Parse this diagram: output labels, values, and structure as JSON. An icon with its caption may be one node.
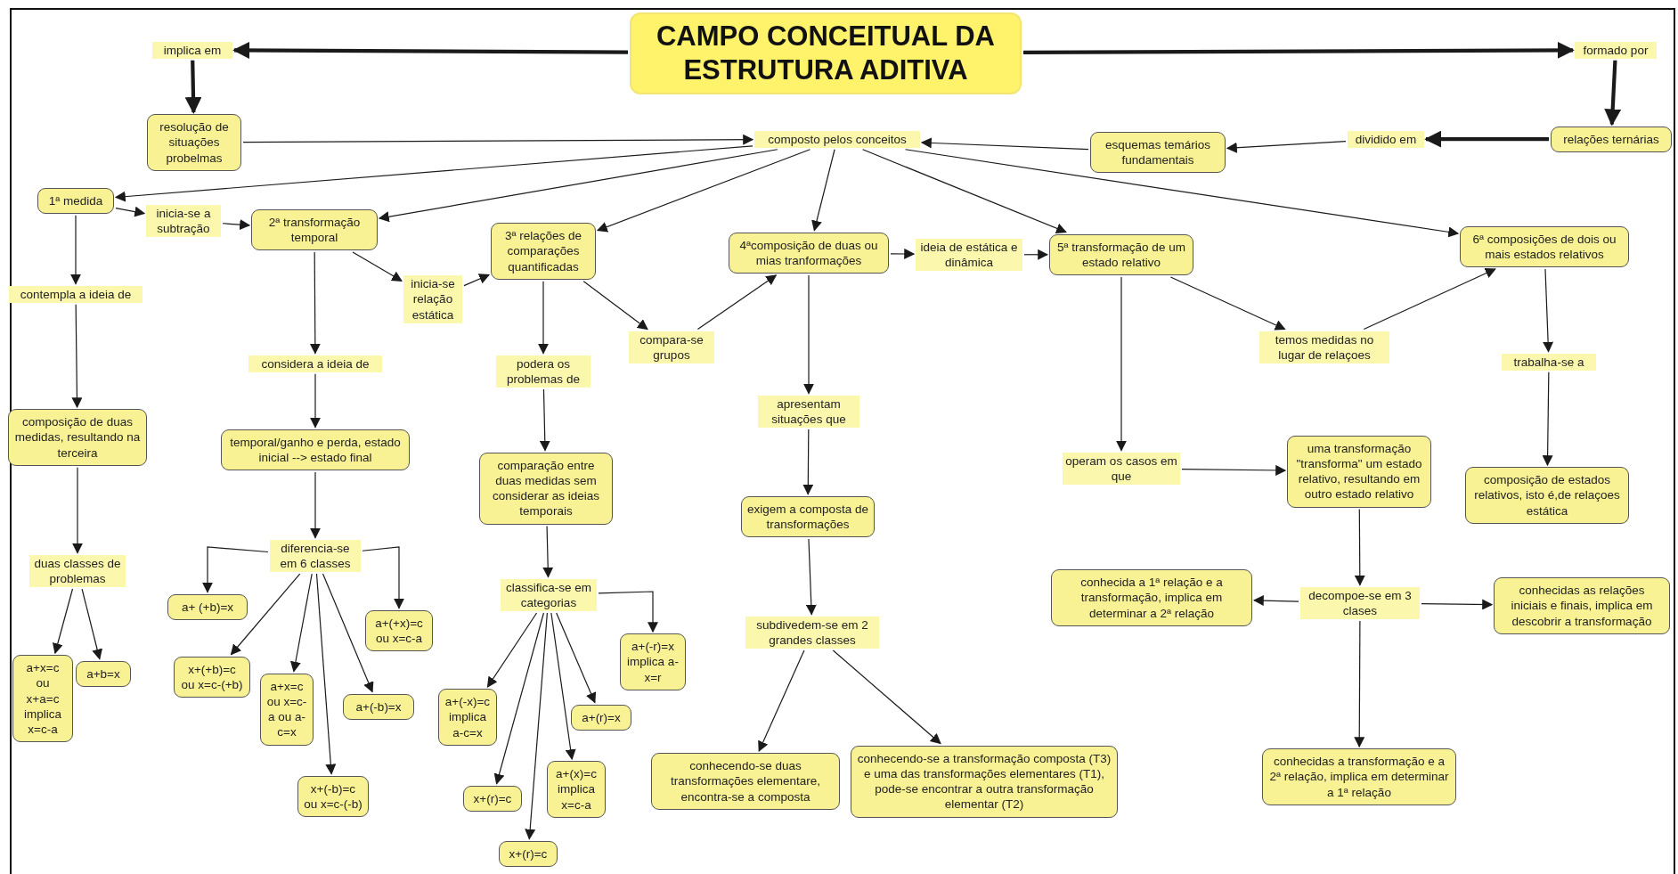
{
  "diagram": {
    "nodes": [
      {
        "text": [
          "CAMPO CONCEITUAL DA ESTRUTURA ADITIVA"
        ]
      },
      {
        "text": [
          "implica em"
        ]
      },
      {
        "text": [
          "resolução de situações probelmas"
        ]
      },
      {
        "text": [
          "formado por"
        ]
      },
      {
        "text": [
          "relações ternárias"
        ]
      },
      {
        "text": [
          "dividido em"
        ]
      },
      {
        "text": [
          "esquemas temários fundamentais"
        ]
      },
      {
        "text": [
          "composto pelos conceitos"
        ]
      },
      {
        "text": [
          "1ª medida"
        ]
      },
      {
        "text": [
          "inicia-se a subtração"
        ]
      },
      {
        "text": [
          "2ª transformação temporal"
        ]
      },
      {
        "text": [
          "inicia-se relação estática"
        ]
      },
      {
        "text": [
          "3ª relações de comparações quantificadas"
        ]
      },
      {
        "text": [
          "4ªcomposição de duas ou mias tranformações"
        ]
      },
      {
        "text": [
          "ideia de estática e dinâmica"
        ]
      },
      {
        "text": [
          "5ª transformação de um estado relativo"
        ]
      },
      {
        "text": [
          "6ª composições de dois ou mais estados relativos"
        ]
      },
      {
        "text": [
          "contempla a ideia de"
        ]
      },
      {
        "text": [
          "considera a ideia de"
        ]
      },
      {
        "text": [
          "compara-se grupos"
        ]
      },
      {
        "text": [
          "podera os problemas de"
        ]
      },
      {
        "text": [
          "temos medidas no lugar de relaçoes"
        ]
      },
      {
        "text": [
          "trabalha-se a"
        ]
      },
      {
        "text": [
          "apresentam situações que"
        ]
      },
      {
        "text": [
          "composição de duas medidas, resultando na terceira"
        ]
      },
      {
        "text": [
          "temporal/ganho e perda, estado inicial --> estado final"
        ]
      },
      {
        "text": [
          "comparação entre duas medidas sem considerar as ideias temporais"
        ]
      },
      {
        "text": [
          "operam os casos em que"
        ]
      },
      {
        "text": [
          "uma transformação \"transforma\" um estado relativo, resultando em outro estado relativo"
        ]
      },
      {
        "text": [
          "composição de estados relativos, isto é,de relaçoes estática"
        ]
      },
      {
        "text": [
          "exigem a composta de transformações"
        ]
      },
      {
        "text": [
          "duas classes de problemas"
        ]
      },
      {
        "text": [
          "diferencia-se em 6 classes"
        ]
      },
      {
        "text": [
          "classifica-se em categorias"
        ]
      },
      {
        "text": [
          "subdivedem-se em 2 grandes classes"
        ]
      },
      {
        "text": [
          "conhecida a 1ª relação e a transformação, implica em determinar a 2ª relação"
        ]
      },
      {
        "text": [
          "decompoe-se em 3 clases"
        ]
      },
      {
        "text": [
          "conhecidas as relações iniciais e finais, implica em descobrir a transformação"
        ]
      },
      {
        "text": [
          "a+ (+b)=x"
        ]
      },
      {
        "text": [
          "a+(+x)=c ou x=c-a"
        ]
      },
      {
        "text": [
          "a+x=c ou x+a=c implica x=c-a"
        ]
      },
      {
        "text": [
          "a+b=x"
        ]
      },
      {
        "text": [
          "x+(+b)=c ou x=c-(+b)"
        ]
      },
      {
        "text": [
          "a+x=c ou x=c-a ou a-c=x"
        ]
      },
      {
        "text": [
          "a+(-b)=x"
        ]
      },
      {
        "text": [
          "a+(-r)=x implica a-x=r"
        ]
      },
      {
        "text": [
          "a+(-x)=c implica a-c=x"
        ]
      },
      {
        "text": [
          "a+(r)=x"
        ]
      },
      {
        "text": [
          "x+(r)=c"
        ]
      },
      {
        "text": [
          "a+(x)=c implica x=c-a"
        ]
      },
      {
        "text": [
          "x+(-b)=c ou x=c-(-b)"
        ]
      },
      {
        "text": [
          "conhecendo-se duas transformações elementare, encontra-se a composta"
        ]
      },
      {
        "text": [
          "conhecendo-se a transformação composta (T3) e uma das transformações elementares (T1), pode-se encontrar a outra transformação elementar (T2)"
        ]
      },
      {
        "text": [
          "conhecidas a transformação e a 2ª relação, implica em determinar a 1ª relação"
        ]
      },
      {
        "text": [
          "x+(r)=c"
        ]
      }
    ],
    "edges": [
      {
        "from": 0,
        "to": 1,
        "arrow": "to",
        "style": "thick"
      },
      {
        "from": 0,
        "to": 3,
        "arrow": "to",
        "style": "thick"
      },
      {
        "from": 1,
        "to": 2,
        "arrow": "to",
        "style": "thick"
      },
      {
        "from": 3,
        "to": 4,
        "arrow": "to",
        "style": "thick"
      },
      {
        "from": 4,
        "to": 5,
        "arrow": "to",
        "style": "thick"
      },
      {
        "from": 5,
        "to": 6,
        "arrow": "to"
      },
      {
        "from": 6,
        "to": 7,
        "arrow": "to"
      },
      {
        "from": 2,
        "to": 7,
        "arrow": "to"
      },
      {
        "from": 7,
        "to": 8,
        "arrow": "to"
      },
      {
        "from": 7,
        "to": 10,
        "arrow": "to"
      },
      {
        "from": 7,
        "to": 12,
        "arrow": "to"
      },
      {
        "from": 7,
        "to": 13,
        "arrow": "to"
      },
      {
        "from": 7,
        "to": 15,
        "arrow": "to"
      },
      {
        "from": 7,
        "to": 16,
        "arrow": "to"
      },
      {
        "from": 8,
        "to": 9,
        "arrow": "to"
      },
      {
        "from": 9,
        "to": 10,
        "arrow": "to"
      },
      {
        "from": 8,
        "to": 17,
        "arrow": "to"
      },
      {
        "from": 17,
        "to": 24,
        "arrow": "to"
      },
      {
        "from": 24,
        "to": 31,
        "arrow": "to"
      },
      {
        "from": 31,
        "to": 40,
        "arrow": "to"
      },
      {
        "from": 31,
        "to": 41,
        "arrow": "to"
      },
      {
        "from": 10,
        "to": 11,
        "arrow": "to"
      },
      {
        "from": 11,
        "to": 12,
        "arrow": "to"
      },
      {
        "from": 10,
        "to": 18,
        "arrow": "to"
      },
      {
        "from": 18,
        "to": 25,
        "arrow": "to"
      },
      {
        "from": 25,
        "to": 32,
        "arrow": "to"
      },
      {
        "from": 32,
        "to": 38,
        "arrow": "to"
      },
      {
        "from": 32,
        "to": 39,
        "arrow": "to"
      },
      {
        "from": 32,
        "to": 42,
        "arrow": "to"
      },
      {
        "from": 32,
        "to": 43,
        "arrow": "to"
      },
      {
        "from": 32,
        "to": 44,
        "arrow": "to"
      },
      {
        "from": 32,
        "to": 50,
        "arrow": "to"
      },
      {
        "from": 12,
        "to": 19,
        "arrow": "to"
      },
      {
        "from": 19,
        "to": 13,
        "arrow": "to"
      },
      {
        "from": 12,
        "to": 20,
        "arrow": "to"
      },
      {
        "from": 20,
        "to": 26,
        "arrow": "to"
      },
      {
        "from": 26,
        "to": 33,
        "arrow": "to"
      },
      {
        "from": 33,
        "to": 45,
        "arrow": "to"
      },
      {
        "from": 33,
        "to": 46,
        "arrow": "to"
      },
      {
        "from": 33,
        "to": 47,
        "arrow": "to"
      },
      {
        "from": 33,
        "to": 48,
        "arrow": "to"
      },
      {
        "from": 33,
        "to": 49,
        "arrow": "to"
      },
      {
        "from": 33,
        "to": 54,
        "arrow": "to"
      },
      {
        "from": 13,
        "to": 14,
        "arrow": "to"
      },
      {
        "from": 14,
        "to": 15,
        "arrow": "to"
      },
      {
        "from": 13,
        "to": 23,
        "arrow": "to"
      },
      {
        "from": 23,
        "to": 30,
        "arrow": "to"
      },
      {
        "from": 30,
        "to": 34,
        "arrow": "to"
      },
      {
        "from": 34,
        "to": 51,
        "arrow": "to"
      },
      {
        "from": 34,
        "to": 52,
        "arrow": "to"
      },
      {
        "from": 15,
        "to": 21,
        "arrow": "to"
      },
      {
        "from": 21,
        "to": 16,
        "arrow": "to"
      },
      {
        "from": 15,
        "to": 27,
        "arrow": "to"
      },
      {
        "from": 27,
        "to": 28,
        "arrow": "to"
      },
      {
        "from": 28,
        "to": 36,
        "arrow": "to"
      },
      {
        "from": 36,
        "to": 35,
        "arrow": "to"
      },
      {
        "from": 36,
        "to": 37,
        "arrow": "to"
      },
      {
        "from": 36,
        "to": 53,
        "arrow": "to"
      },
      {
        "from": 16,
        "to": 22,
        "arrow": "to"
      },
      {
        "from": 22,
        "to": 29,
        "arrow": "to"
      }
    ]
  }
}
